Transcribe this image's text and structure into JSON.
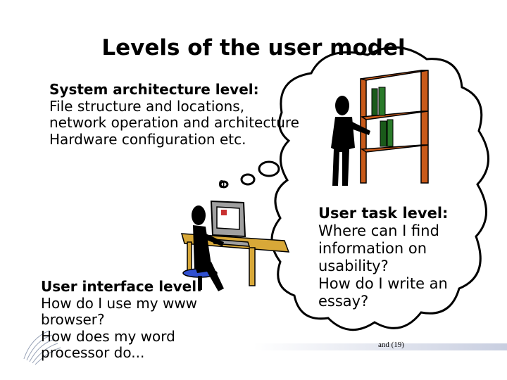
{
  "slide": {
    "title": "Levels of the user model",
    "system_level": {
      "heading": "System architecture level:",
      "lines": [
        "File structure and locations,",
        "network operation and architecture",
        "Hardware configuration etc."
      ]
    },
    "marker": "0",
    "task_level": {
      "heading": "User task level:",
      "lines": [
        "Where can I find",
        "information on",
        "usability?",
        "How do I write an",
        "essay?"
      ]
    },
    "ui_level": {
      "heading": "User interface level:",
      "lines": [
        "How do I use my www",
        "browser?",
        "How does my word",
        "processor do..."
      ]
    },
    "footnote": "and (19)"
  },
  "colors": {
    "background": "#ffffff",
    "shelf": "#c85a1a",
    "book": "#1a5a1a",
    "desk": "#d8a838",
    "stool": "#3050d0",
    "monitor": "#a0a0a0"
  },
  "icons": [
    "thought-cloud",
    "bookshelf-icon",
    "person-at-shelf-icon",
    "computer-desk-icon",
    "person-at-computer-icon",
    "decorative-swirl-icon"
  ]
}
